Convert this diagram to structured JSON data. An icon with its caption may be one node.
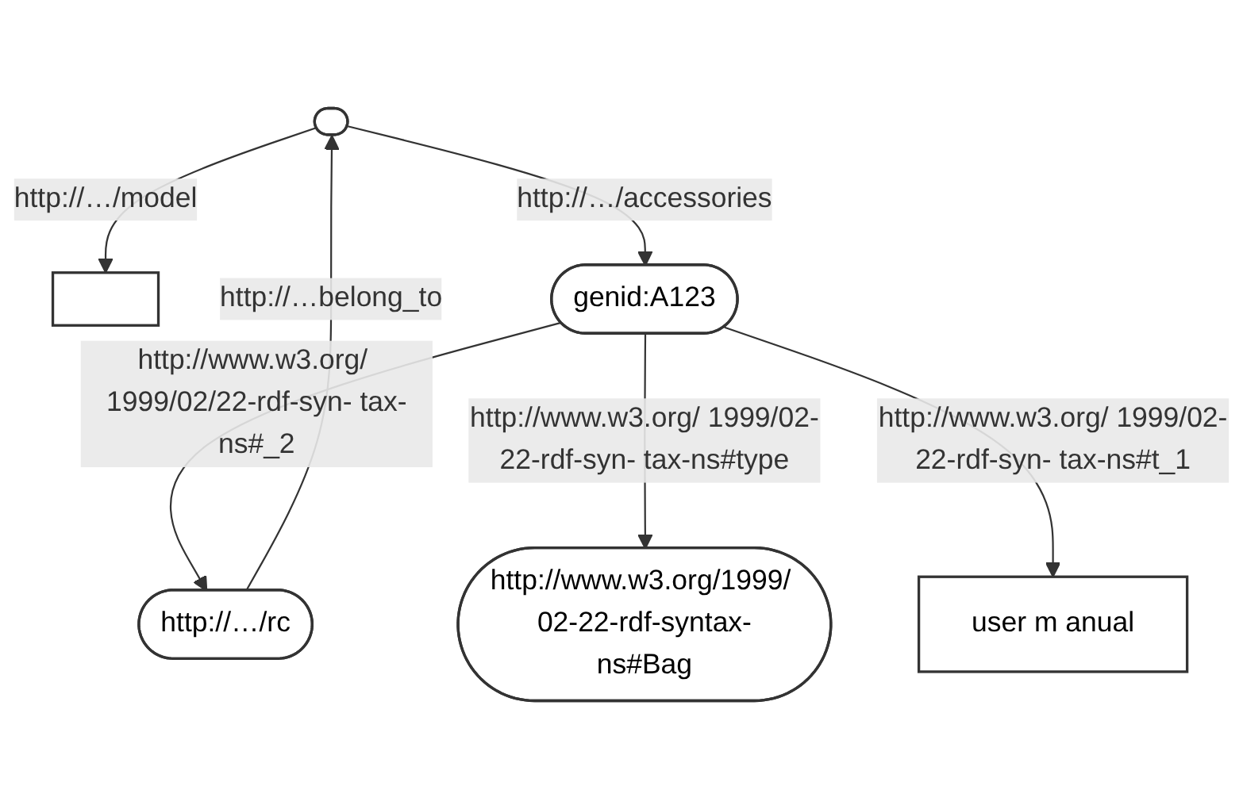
{
  "diagram": {
    "nodes": [
      {
        "text": [],
        "shape": "ellipse"
      },
      {
        "text": [],
        "shape": "box"
      },
      {
        "text": [
          "genid:A123"
        ]
      },
      {
        "text": [
          "http://…/rc"
        ]
      },
      {
        "text": [
          "http://www.w3.org/1999/ 02-22-rdf-syntax-ns#Bag"
        ]
      },
      {
        "text": [
          "user m anual"
        ]
      }
    ],
    "edges": [
      {
        "from": 0,
        "to": 1,
        "arrow": "to",
        "label": "http://…/model"
      },
      {
        "from": 0,
        "to": 2,
        "arrow": "to",
        "label": "http://…/accessories"
      },
      {
        "from": 3,
        "to": 0,
        "arrow": "to",
        "label": "http://…belong_to"
      },
      {
        "from": 2,
        "to": 3,
        "arrow": "to",
        "label": "http://www.w3.org/ 1999/02/22-rdf-syn- tax-ns#_2"
      },
      {
        "from": 2,
        "to": 4,
        "arrow": "to",
        "label": "http://www.w3.org/ 1999/02-22-rdf-syn- tax-ns#type"
      },
      {
        "from": 2,
        "to": 5,
        "arrow": "to",
        "label": "http://www.w3.org/ 1999/02-22-rdf-syn- tax-ns#t_1"
      }
    ]
  }
}
